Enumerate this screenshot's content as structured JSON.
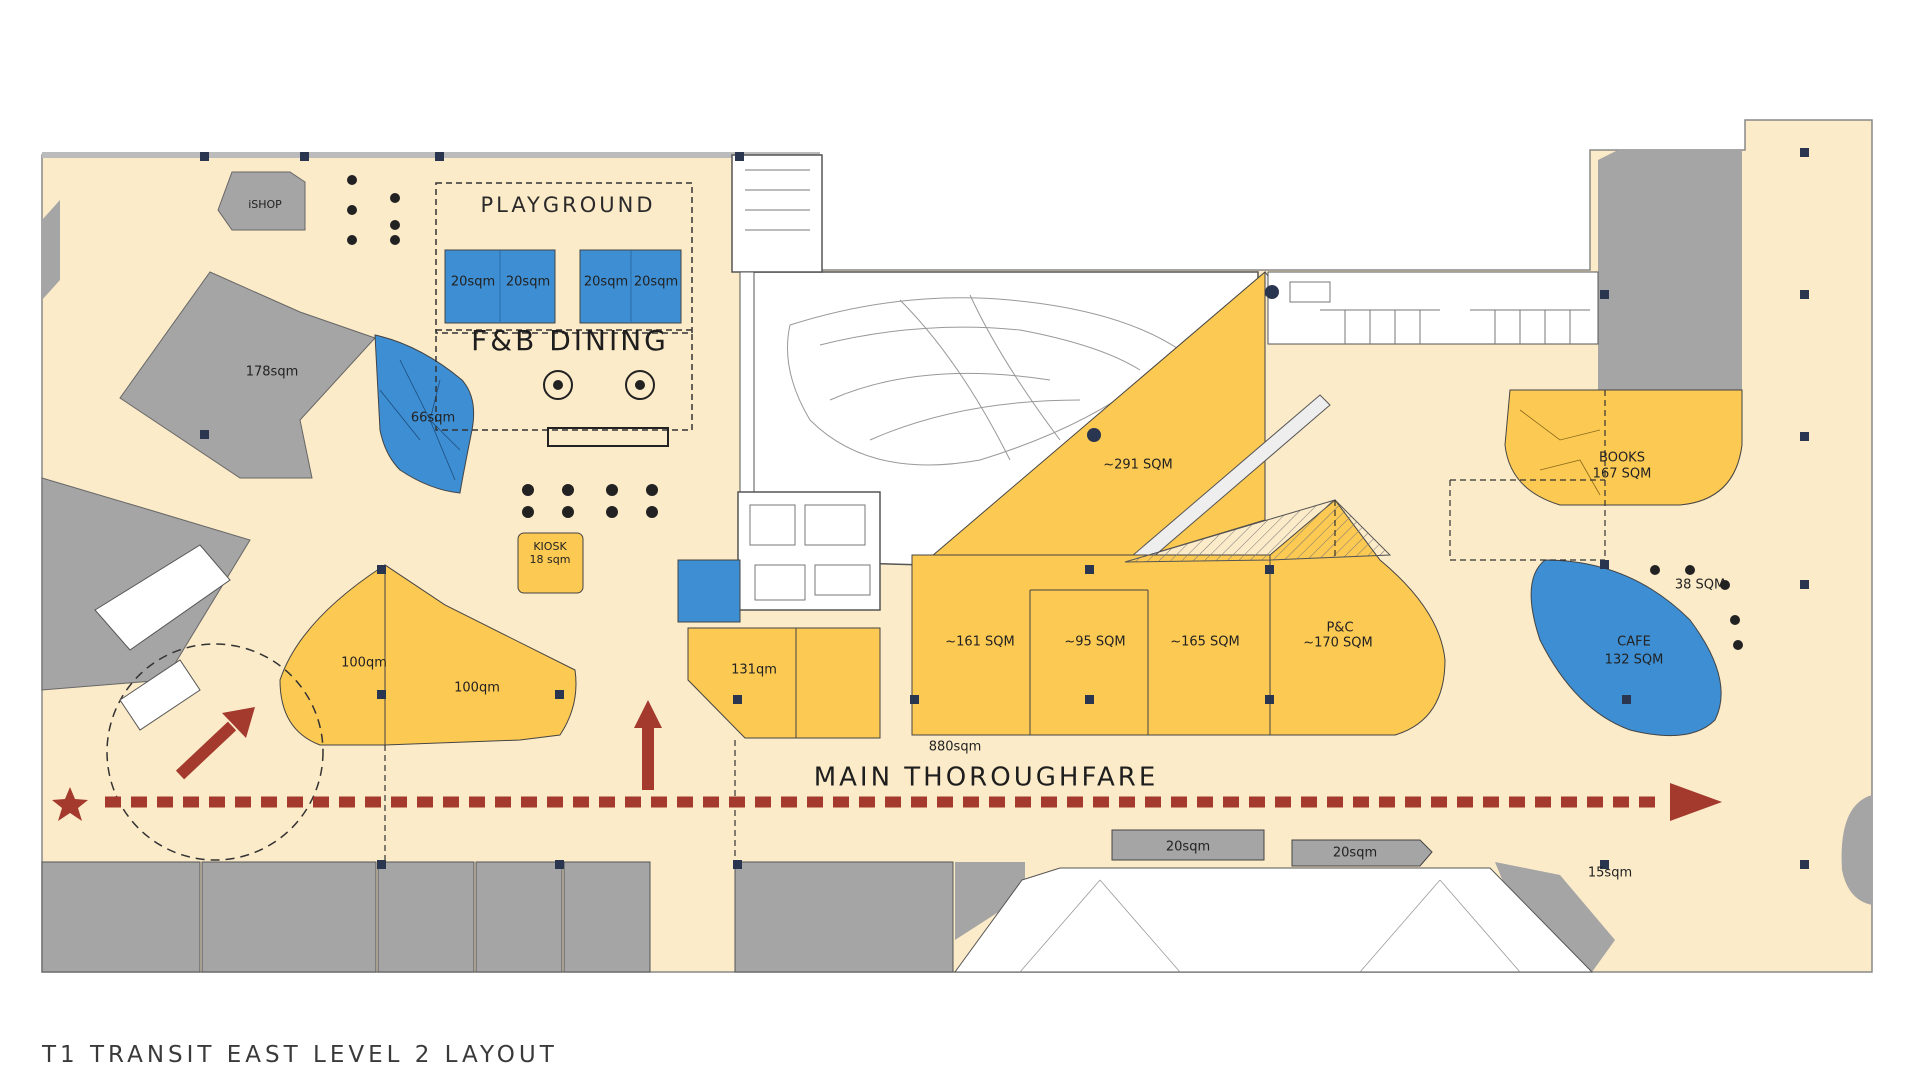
{
  "title": "T1 TRANSIT EAST LEVEL 2 LAYOUT",
  "areas": {
    "playground": "PLAYGROUND",
    "fnb_dining": "F&B DINING",
    "main_thoroughfare": "MAIN THOROUGHFARE"
  },
  "units": {
    "ishop": "iSHOP",
    "u178": "178sqm",
    "u66": "66sqm",
    "kiosk": "KIOSK",
    "kiosk_area": "18 sqm",
    "play_pad_1a": "20sqm",
    "play_pad_1b": "20sqm",
    "play_pad_2a": "20sqm",
    "play_pad_2b": "20sqm",
    "u100a": "100qm",
    "u100b": "100qm",
    "u131": "131qm",
    "u291": "~291 SQM",
    "u161": "~161 SQM",
    "u95": "~95 SQM",
    "u165": "~165 SQM",
    "pc_name": "P&C",
    "pc_area": "~170 SQM",
    "u880": "880sqm",
    "books_name": "BOOKS",
    "books_area": "167 SQM",
    "cafe_name": "CAFE",
    "cafe_area": "132 SQM",
    "u38": "38 SQM",
    "kiosk_20a": "20sqm",
    "kiosk_20b": "20sqm",
    "u15": "15sqm"
  },
  "colors": {
    "background": "#ffffff",
    "floor": "#fcebc9",
    "retail": "#fcc953",
    "dining": "#3d8ed3",
    "existing": "#a5a5a5",
    "route": "#a33a2d",
    "outline": "#555555"
  },
  "legend_icons": {
    "start": "star-icon",
    "direction": "arrow-icon"
  }
}
